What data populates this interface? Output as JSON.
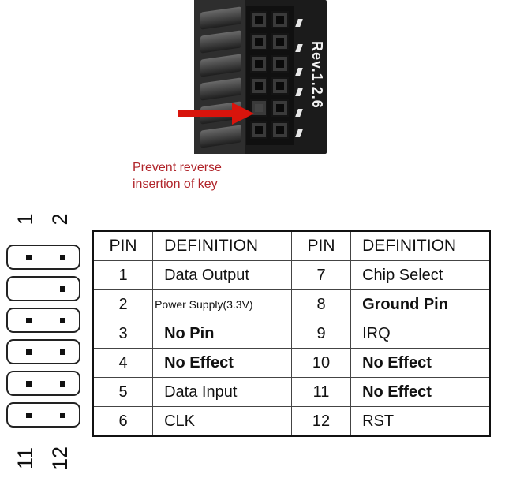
{
  "connector": {
    "rev_label": "Rev.1.2.6",
    "note_line1": "Prevent reverse",
    "note_line2": "insertion of key"
  },
  "header_numbers": {
    "top_left": "1",
    "top_right": "2",
    "bottom_left": "11",
    "bottom_right": "12"
  },
  "header_rows": [
    {
      "left": true,
      "right": true
    },
    {
      "left": false,
      "right": true
    },
    {
      "left": true,
      "right": true
    },
    {
      "left": true,
      "right": true
    },
    {
      "left": true,
      "right": true
    },
    {
      "left": true,
      "right": true
    }
  ],
  "table": {
    "headers": [
      "PIN",
      "DEFINITION",
      "PIN",
      "DEFINITION"
    ],
    "rows": [
      {
        "pin1": "1",
        "def1": "Data Output",
        "pin2": "7",
        "def2": "Chip Select"
      },
      {
        "pin1": "2",
        "def1": "Power Supply(3.3V)",
        "pin2": "8",
        "def2": "Ground Pin"
      },
      {
        "pin1": "3",
        "def1": "No Pin",
        "pin2": "9",
        "def2": "IRQ"
      },
      {
        "pin1": "4",
        "def1": "No Effect",
        "pin2": "10",
        "def2": "No Effect"
      },
      {
        "pin1": "5",
        "def1": "Data Input",
        "pin2": "11",
        "def2": "No Effect"
      },
      {
        "pin1": "6",
        "def1": "CLK",
        "pin2": "12",
        "def2": "RST"
      }
    ]
  },
  "colors": {
    "arrow": "#d8140c",
    "note_text": "#b0242a",
    "connector_body": "#1b1b1b"
  }
}
